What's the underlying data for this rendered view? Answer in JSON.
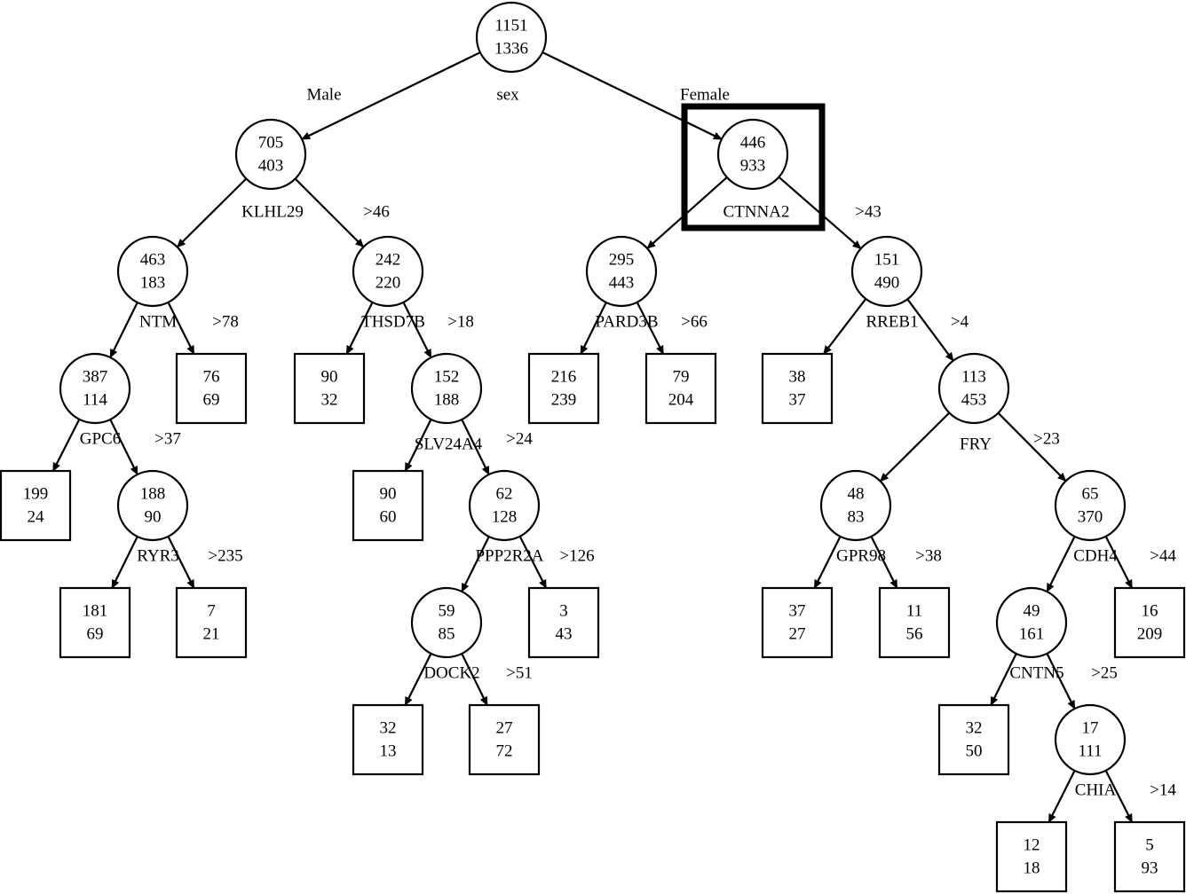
{
  "nodes": {
    "n0": {
      "top": "1151",
      "bottom": "1336",
      "var": "sex"
    },
    "n1": {
      "top": "705",
      "bottom": "403",
      "var": "KLHL29"
    },
    "n2": {
      "top": "446",
      "bottom": "933",
      "var": "CTNNA2"
    },
    "n3": {
      "top": "463",
      "bottom": "183",
      "var": "NTM"
    },
    "n4": {
      "top": "242",
      "bottom": "220",
      "var": "THSD7B"
    },
    "n5": {
      "top": "295",
      "bottom": "443",
      "var": "PARD3B"
    },
    "n6": {
      "top": "151",
      "bottom": "490",
      "var": "RREB1"
    },
    "n7": {
      "top": "387",
      "bottom": "114",
      "var": "GPC6"
    },
    "n8": {
      "top": "76",
      "bottom": "69"
    },
    "n9": {
      "top": "90",
      "bottom": "32"
    },
    "n10": {
      "top": "152",
      "bottom": "188",
      "var": "SLV24A4"
    },
    "n11": {
      "top": "216",
      "bottom": "239"
    },
    "n12": {
      "top": "79",
      "bottom": "204"
    },
    "n13": {
      "top": "38",
      "bottom": "37"
    },
    "n14": {
      "top": "113",
      "bottom": "453",
      "var": "FRY"
    },
    "n15": {
      "top": "199",
      "bottom": "24"
    },
    "n16": {
      "top": "188",
      "bottom": "90",
      "var": "RYR3"
    },
    "n17": {
      "top": "90",
      "bottom": "60"
    },
    "n18": {
      "top": "62",
      "bottom": "128",
      "var": "PPP2R2A"
    },
    "n19": {
      "top": "48",
      "bottom": "83",
      "var": "GPR98"
    },
    "n20": {
      "top": "65",
      "bottom": "370",
      "var": "CDH4"
    },
    "n21": {
      "top": "181",
      "bottom": "69"
    },
    "n22": {
      "top": "7",
      "bottom": "21"
    },
    "n23": {
      "top": "59",
      "bottom": "85",
      "var": "DOCK2"
    },
    "n24": {
      "top": "3",
      "bottom": "43"
    },
    "n25": {
      "top": "37",
      "bottom": "27"
    },
    "n26": {
      "top": "11",
      "bottom": "56"
    },
    "n27": {
      "top": "49",
      "bottom": "161",
      "var": "CNTN5"
    },
    "n28": {
      "top": "16",
      "bottom": "209"
    },
    "n29": {
      "top": "32",
      "bottom": "13"
    },
    "n30": {
      "top": "27",
      "bottom": "72"
    },
    "n31": {
      "top": "32",
      "bottom": "50"
    },
    "n32": {
      "top": "17",
      "bottom": "111",
      "var": "CHIA"
    },
    "n33": {
      "top": "12",
      "bottom": "18"
    },
    "n34": {
      "top": "5",
      "bottom": "93"
    }
  },
  "splits": {
    "n0": {
      "left": "Male",
      "right": "Female"
    },
    "n1": {
      "right": ">46"
    },
    "n2": {
      "right": ">43"
    },
    "n3": {
      "right": ">78"
    },
    "n4": {
      "right": ">18"
    },
    "n5": {
      "right": ">66"
    },
    "n6": {
      "right": ">4"
    },
    "n7": {
      "right": ">37"
    },
    "n10": {
      "right": ">24"
    },
    "n14": {
      "right": ">23"
    },
    "n16": {
      "right": ">235"
    },
    "n18": {
      "right": ">126"
    },
    "n19": {
      "right": ">38"
    },
    "n20": {
      "right": ">44"
    },
    "n23": {
      "right": ">51"
    },
    "n27": {
      "right": ">25"
    },
    "n32": {
      "right": ">14"
    }
  }
}
